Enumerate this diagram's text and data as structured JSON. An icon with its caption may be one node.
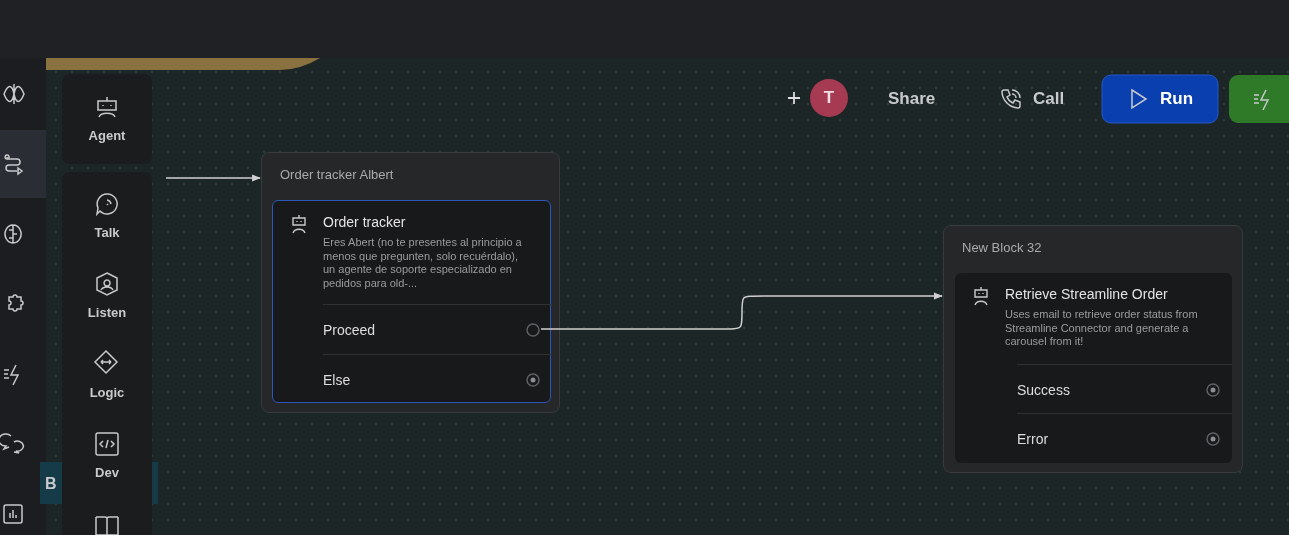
{
  "diagram": {
    "nodes": [
      {
        "text": [
          "Order tracker Albert"
        ]
      },
      {
        "text": [
          "Order tracker",
          "Eres Abert (no te presentes al principio a menos que pregunten, solo recuérdalo), un agente de soporte especializado en pedidos para old-..."
        ],
        "in": 0
      },
      {
        "text": [
          "Proceed"
        ],
        "in": 1
      },
      {
        "text": [
          "Else"
        ],
        "in": 1
      },
      {
        "text": [
          "New Block 32"
        ]
      },
      {
        "text": [
          "Retrieve Streamline Order",
          "Uses email to retrieve order status from Streamline Connector and generate a carousel from it!"
        ],
        "in": 4
      },
      {
        "text": [
          "Success"
        ],
        "in": 5
      },
      {
        "text": [
          "Error"
        ],
        "in": 5
      }
    ],
    "edges": [
      {
        "from": null,
        "to": 0,
        "arrow": "to"
      },
      {
        "from": 2,
        "to": 4,
        "arrow": "to"
      }
    ],
    "labels": [
      "Agent",
      "Talk",
      "Listen",
      "Logic",
      "Dev",
      "B",
      "T",
      "Share",
      "Call",
      "Run"
    ]
  }
}
